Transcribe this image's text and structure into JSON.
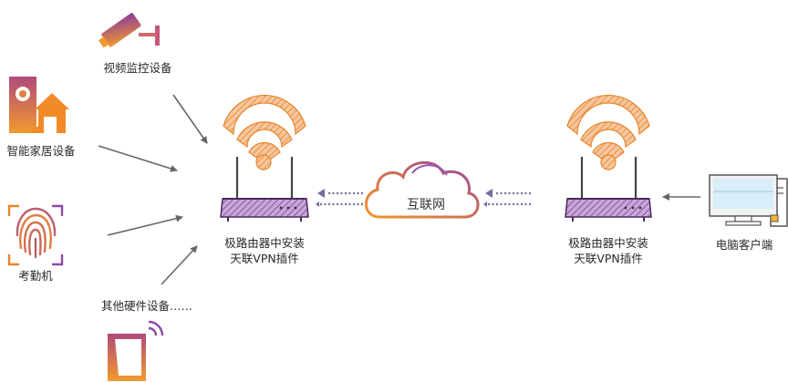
{
  "devices": {
    "camera": "视频监控设备",
    "smart_home": "智能家居设备",
    "attendance": "考勤机",
    "other_hardware": "其他硬件设备……"
  },
  "router_left": {
    "line1": "极路由器中安装",
    "line2": "天联VPN插件"
  },
  "router_right": {
    "line1": "极路由器中安装",
    "line2": "天联VPN插件"
  },
  "internet": "互联网",
  "client": "电脑客户端",
  "colors": {
    "orange": "#e8832a",
    "orange_light": "#f3b27c",
    "purple": "#7a3f95",
    "cloud_orange": "#e8912f",
    "cloud_purple": "#8e4aa6",
    "arrow": "#666666",
    "dotted": "#7a6aa0",
    "monitor_screen": "#d9eef8"
  },
  "icons": [
    "camera-icon",
    "smart-home-icon",
    "fingerprint-icon",
    "tablet-signal-icon",
    "wifi-router-icon",
    "cloud-icon",
    "desktop-computer-icon"
  ]
}
